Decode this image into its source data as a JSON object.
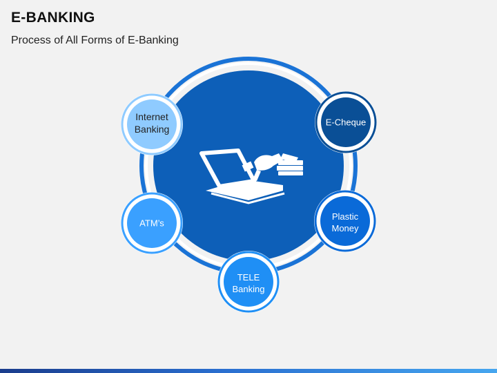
{
  "header": {
    "title": "E-BANKING",
    "subtitle": "Process of All Forms of E-Banking"
  },
  "center": {
    "icon": "laptop-hand-money-icon"
  },
  "nodes": {
    "internet_banking": {
      "label": "Internet Banking",
      "color": "#8fcbff"
    },
    "e_cheque": {
      "label": "E-Cheque",
      "color": "#0a4f96"
    },
    "atms": {
      "label": "ATM’s",
      "color": "#3aa0ff"
    },
    "plastic_money": {
      "label": "Plastic Money",
      "color": "#0a6ad8"
    },
    "tele_banking": {
      "label": "TELE Banking",
      "color": "#1f8ff5"
    }
  },
  "colors": {
    "ring": "#1a73d6",
    "center_fill": "#0d5fb8",
    "background": "#f2f2f2"
  }
}
